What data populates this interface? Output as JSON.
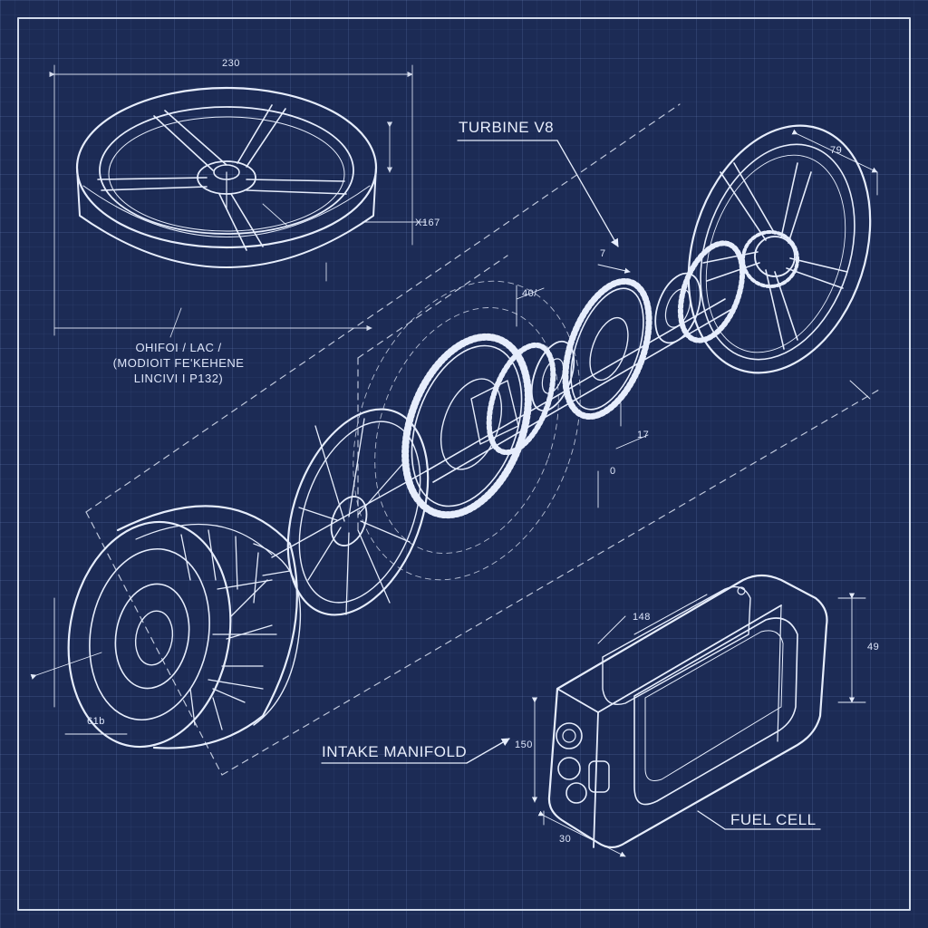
{
  "labels": {
    "turbine": "TURBINE V8",
    "intake": "INTAKE MANIFOLD",
    "fuel_cell": "FUEL CELL",
    "note_lines": [
      "OHIFOI / LAC /",
      "(MODIOIT FE'KEHENE",
      "LINCIVI I P132)"
    ]
  },
  "dimensions": {
    "top_wheel_width": "230",
    "top_wheel_side": "X167",
    "right_wheel": "79",
    "gear_a": "7",
    "gear_b": "40/",
    "gear_c": "17",
    "gear_d": "0",
    "drum": "61b",
    "box_top": "148",
    "box_right": "49",
    "box_left": "150",
    "box_bottom": "30"
  },
  "components": [
    "reaction-wheel",
    "turbine-wheel",
    "gear-train",
    "rotor-disc",
    "intake-drum",
    "fuel-cell-housing"
  ],
  "colors": {
    "background": "#1c2b55",
    "line": "#e6edfc",
    "grid": "#8caae6"
  }
}
